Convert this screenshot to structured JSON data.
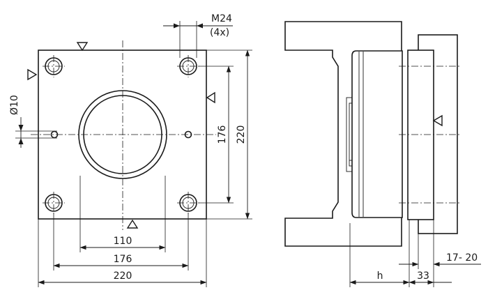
{
  "dimensions": {
    "thread_size": "M24",
    "thread_count": "(4x)",
    "pin_diameter": "Ø10",
    "bore_width": "110",
    "hole_spacing_horizontal": "176",
    "plate_width": "220",
    "hole_spacing_vertical": "176",
    "plate_height": "220",
    "height_h": "h",
    "flange_thickness": "33",
    "range": "17- 20"
  }
}
